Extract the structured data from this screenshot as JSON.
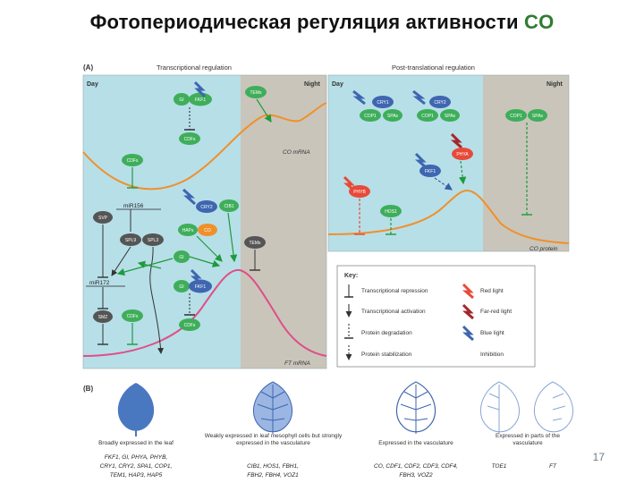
{
  "slide": {
    "title_main": "Фотопериодическая регуляция активности",
    "title_co": "CO",
    "page_number": "17"
  },
  "panel_a": {
    "label": "(A)",
    "left_header": "Transcriptional regulation",
    "right_header": "Post-translational regulation",
    "day": "Day",
    "night": "Night",
    "co_mrna": "CO mRNA",
    "co_protein": "CO protein",
    "ft_mrna": "FT mRNA",
    "mir156": "miR156",
    "mir172": "miR172",
    "nodes": {
      "gi": "GI",
      "fkf1": "FKF1",
      "tem": "TEMs",
      "cdf": "CDFs",
      "cry2": "CRY2",
      "cib1": "CIB1",
      "haps": "HAPs",
      "co": "CO",
      "svp": "SVP",
      "spl9": "SPL9",
      "spl3": "SPL3",
      "smz": "SMZ",
      "cry1": "CRY1",
      "cop1": "COP1",
      "spas": "SPAs",
      "phya": "PHYA",
      "phyb": "PHYB",
      "hos1": "HOS1"
    }
  },
  "key": {
    "title": "Key:",
    "items": [
      "Transcriptional repression",
      "Transcriptional activation",
      "Protein degradation",
      "Protein stabilization"
    ],
    "lights": [
      "Red light",
      "Far-red light",
      "Blue light",
      "Inhibition"
    ],
    "colors": {
      "red": "#e84a3a",
      "farred": "#a5262b",
      "blue": "#3f66b0"
    }
  },
  "panel_b": {
    "label": "(B)",
    "captions": [
      "Broadly expressed in the leaf",
      "Weakly expressed in leaf mesophyll cells but strongly expressed in the vasculature",
      "Expressed in the vasculature",
      "Expressed in parts of the vasculature"
    ],
    "genes": [
      [
        "FKF1, GI, PHYA, PHYB,",
        "CRY1, CRY2, SPA1, COP1,",
        "TEM1, HAP3, HAP5"
      ],
      [
        "CIB1, HOS1, FBH1,",
        "FBH2, FBH4, VOZ1"
      ],
      [
        "CO, CDF1, CDF2, CDF3, CDF4,",
        "FBH3, VOZ2"
      ],
      [
        "TOE1",
        "FT"
      ]
    ]
  }
}
